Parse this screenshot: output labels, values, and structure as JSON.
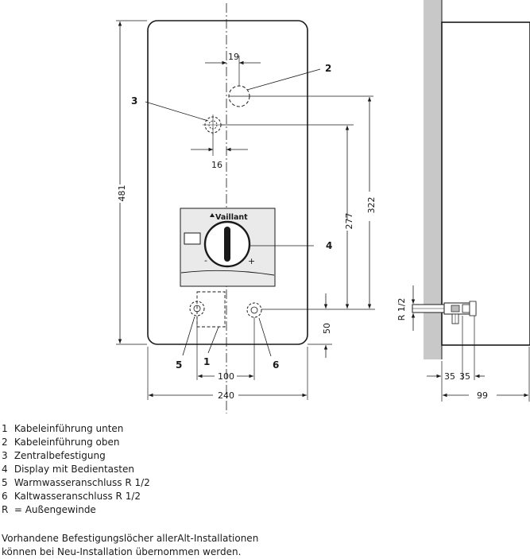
{
  "brand": "Vaillant",
  "dimensions": {
    "height_481": "481",
    "offset_19": "19",
    "offset_16": "16",
    "height_277": "277",
    "height_322": "322",
    "height_50": "50",
    "width_100": "100",
    "width_240": "240",
    "side_35a": "35",
    "side_35b": "35",
    "depth_99": "99",
    "thread_r12": "R 1/2"
  },
  "callouts": [
    "1",
    "2",
    "3",
    "4",
    "5",
    "6"
  ],
  "legend": [
    {
      "key": "1",
      "text": "Kabeleinführung unten"
    },
    {
      "key": "2",
      "text": "Kabeleinführung oben"
    },
    {
      "key": "3",
      "text": "Zentralbefestigung"
    },
    {
      "key": "4",
      "text": "Display mit Bedientasten"
    },
    {
      "key": "5",
      "text": "Warmwasseranschluss R 1/2"
    },
    {
      "key": "6",
      "text": "Kaltwasseranschluss R 1/2"
    },
    {
      "key": "R",
      "text": "= Außengewinde"
    }
  ],
  "note": {
    "line1": "Vorhandene Befestigungslöcher allerAlt-Installationen",
    "line2": "können bei Neu-Installation übernommen werden."
  },
  "colors": {
    "line": "#1a1a1a",
    "wall": "#c8c8c8",
    "panel": "#eaeaea"
  }
}
